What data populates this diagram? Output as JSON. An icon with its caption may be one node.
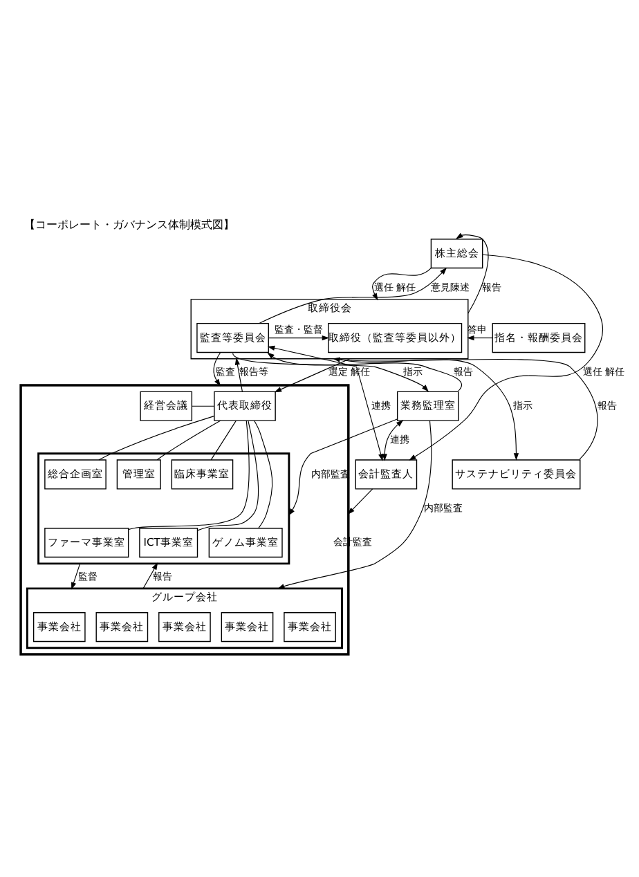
{
  "diagram": {
    "title": "【コーポレート・ガバナンス体制模式図】",
    "nodes": [
      {
        "text": [
          "株主総会"
        ]
      },
      {
        "text": [
          "指名・報酬委員会"
        ]
      },
      {
        "text": [
          "取締役会"
        ]
      },
      {
        "text": [
          "取締役（監査等委員以外）"
        ],
        "in": 2
      },
      {
        "text": [
          "監査等委員会"
        ],
        "in": 2
      },
      {
        "text": [
          "サステナビリティ委員会"
        ]
      },
      {
        "text": [
          "会計監査人"
        ]
      },
      {
        "text": [],
        "shape": "box"
      },
      {
        "text": [
          "経営会議"
        ],
        "in": 7
      },
      {
        "text": [
          "代表取締役"
        ],
        "in": 7
      },
      {
        "text": [
          "業務監理室"
        ]
      },
      {
        "text": [],
        "shape": "box",
        "in": 7
      },
      {
        "text": [
          "総合企画室"
        ],
        "in": 11
      },
      {
        "text": [
          "管理室"
        ],
        "in": 11
      },
      {
        "text": [
          "臨床事業室"
        ],
        "in": 11
      },
      {
        "text": [
          "ファーマ事業室"
        ],
        "in": 11
      },
      {
        "text": [
          "ICT事業室"
        ],
        "in": 11
      },
      {
        "text": [
          "ゲノム事業室"
        ],
        "in": 11
      },
      {
        "text": [
          "グループ会社"
        ],
        "in": 7
      },
      {
        "text": [
          "事業会社"
        ],
        "in": 18
      },
      {
        "text": [
          "事業会社"
        ],
        "in": 18
      },
      {
        "text": [
          "事業会社"
        ],
        "in": 18
      },
      {
        "text": [
          "事業会社"
        ],
        "in": 18
      },
      {
        "text": [
          "事業会社"
        ],
        "in": 18
      }
    ],
    "edges": [
      {
        "from": 0,
        "to": 2,
        "arrow": "to",
        "label": "選任 解任"
      },
      {
        "from": 2,
        "to": 0,
        "arrow": "to",
        "label": "報告"
      },
      {
        "from": 4,
        "to": 0,
        "arrow": "to",
        "label": "意見陳述"
      },
      {
        "from": 0,
        "to": 6,
        "arrow": "to",
        "label": "選任 解任"
      },
      {
        "from": 1,
        "to": 2,
        "arrow": "to",
        "label": "答申"
      },
      {
        "from": 2,
        "to": 5,
        "arrow": "to",
        "label": "指示"
      },
      {
        "from": 5,
        "to": 2,
        "arrow": "to",
        "label": "報告"
      },
      {
        "from": 4,
        "to": 3,
        "arrow": "to",
        "label": "監査・監督"
      },
      {
        "from": 4,
        "to": 6,
        "arrow": "both",
        "label": "連携"
      },
      {
        "from": 2,
        "to": 9,
        "arrow": "to",
        "label": "選定 解任"
      },
      {
        "from": 9,
        "to": 2,
        "arrow": "to",
        "label": "報告等"
      },
      {
        "from": 4,
        "to": 7,
        "arrow": "to",
        "label": "監査"
      },
      {
        "from": 4,
        "to": 10,
        "arrow": "to",
        "label": "指示"
      },
      {
        "from": 10,
        "to": 4,
        "arrow": "to",
        "label": "報告"
      },
      {
        "from": 10,
        "to": 6,
        "arrow": "both",
        "label": "連携"
      },
      {
        "from": 8,
        "to": 9,
        "arrow": "none"
      },
      {
        "from": 9,
        "to": 12,
        "arrow": "none"
      },
      {
        "from": 9,
        "to": 13,
        "arrow": "none"
      },
      {
        "from": 9,
        "to": 14,
        "arrow": "none"
      },
      {
        "from": 9,
        "to": 15,
        "arrow": "none"
      },
      {
        "from": 9,
        "to": 16,
        "arrow": "none"
      },
      {
        "from": 9,
        "to": 17,
        "arrow": "none"
      },
      {
        "from": 10,
        "to": 11,
        "arrow": "to",
        "label": "内部監査"
      },
      {
        "from": 11,
        "to": 18,
        "arrow": "to",
        "label": "監督"
      },
      {
        "from": 18,
        "to": 11,
        "arrow": "to",
        "label": "報告"
      },
      {
        "from": 10,
        "to": 18,
        "arrow": "to",
        "label": "内部監査"
      },
      {
        "from": 6,
        "to": 7,
        "arrow": "to",
        "label": "会計監査"
      }
    ]
  }
}
